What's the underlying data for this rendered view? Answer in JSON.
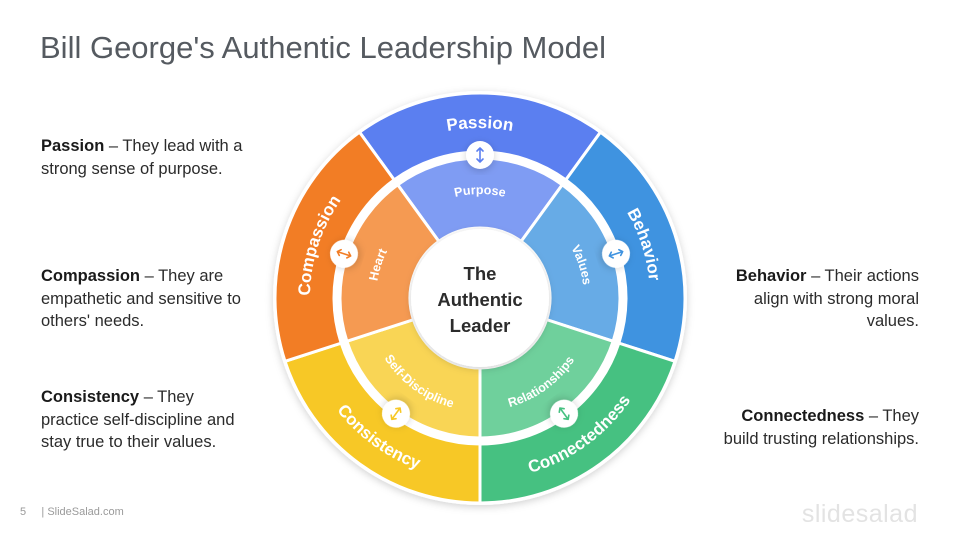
{
  "title": "Bill George's Authentic Leadership Model",
  "center": {
    "line1": "The",
    "line2": "Authentic",
    "line3": "Leader"
  },
  "segments": [
    {
      "outer": "Passion",
      "inner": "Purpose",
      "outer_color": "#5b7ff0",
      "inner_color": "#7f9cf3"
    },
    {
      "outer": "Behavior",
      "inner": "Values",
      "outer_color": "#3f93e0",
      "inner_color": "#67abe6"
    },
    {
      "outer": "Connectedness",
      "inner": "Relationships",
      "outer_color": "#46c181",
      "inner_color": "#6fd09c"
    },
    {
      "outer": "Consistency",
      "inner": "Self-Discipline",
      "outer_color": "#f7c826",
      "inner_color": "#f9d555"
    },
    {
      "outer": "Compassion",
      "inner": "Heart",
      "outer_color": "#f27d25",
      "inner_color": "#f59a52"
    }
  ],
  "descriptions": {
    "passion": {
      "term": "Passion",
      "text": " – They lead with a strong sense of purpose."
    },
    "compassion": {
      "term": "Compassion",
      "text": " – They are empathetic and sensitive to others' needs."
    },
    "consistency": {
      "term": "Consistency",
      "text": " – They practice self-discipline and stay true to their values."
    },
    "behavior": {
      "term": "Behavior",
      "text": " – Their actions align with strong moral values."
    },
    "connectedness": {
      "term": "Connectedness",
      "text": " – They build trusting relationships."
    }
  },
  "footer": {
    "page": "5",
    "site": "| SlideSalad.com"
  },
  "brand": "slidesalad",
  "icons": {
    "arrow": "double-arrow-icon"
  }
}
